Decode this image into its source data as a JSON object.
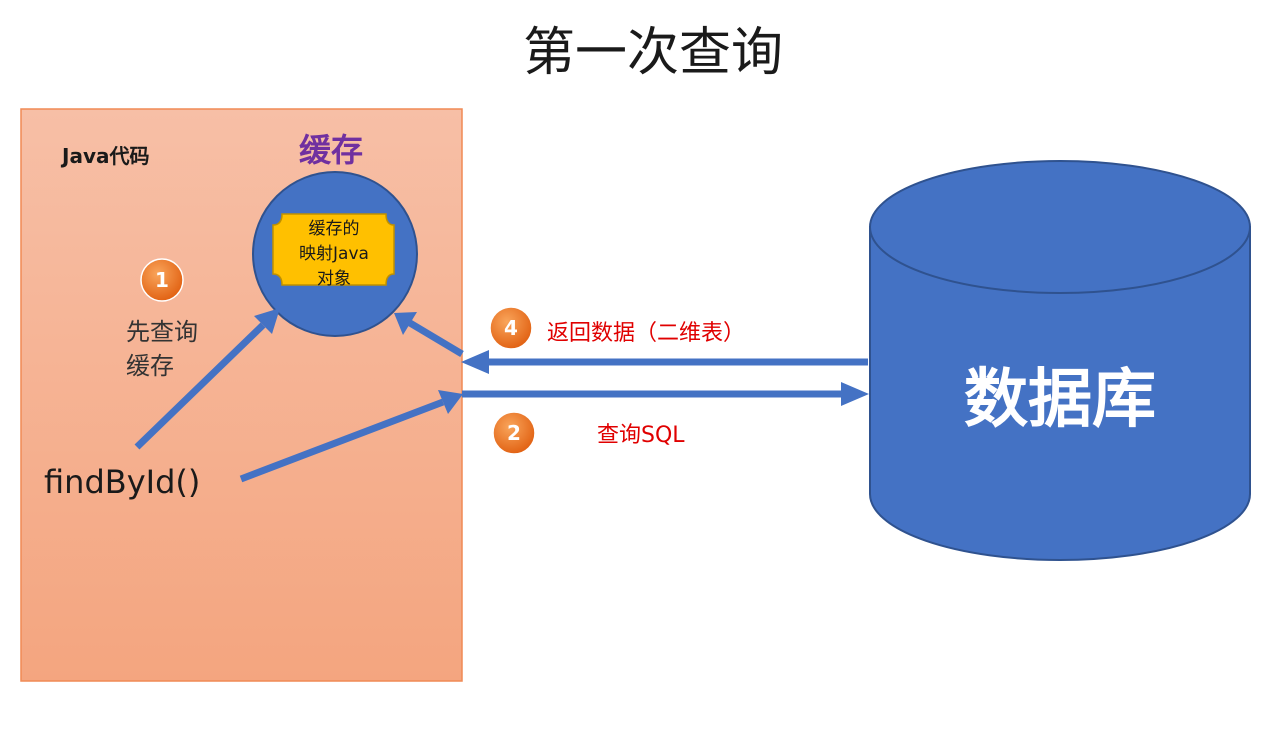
{
  "title": "第一次查询",
  "java_box": {
    "label": "Java代码"
  },
  "cache": {
    "label": "缓存",
    "object_lines": [
      "缓存的",
      "映射Java",
      "对象"
    ]
  },
  "steps": [
    {
      "number": "1",
      "text_lines": [
        "先查询",
        "缓存"
      ]
    },
    {
      "number": "2",
      "text": "查询SQL"
    },
    {
      "number": "4",
      "text": "返回数据（二维表）"
    }
  ],
  "method_call": "findById()",
  "database": {
    "label": "数据库"
  },
  "colors": {
    "java_box_top": "#f7bfa6",
    "java_box_bottom": "#f4a57f",
    "java_box_border": "#f08a55",
    "cache_circle": "#4472c4",
    "cache_object": "#ffc000",
    "arrow": "#4472c4",
    "database": "#4472c4",
    "badge": "#f07a1e",
    "cache_label": "#7030a0",
    "step_text_red": "#e00000"
  }
}
